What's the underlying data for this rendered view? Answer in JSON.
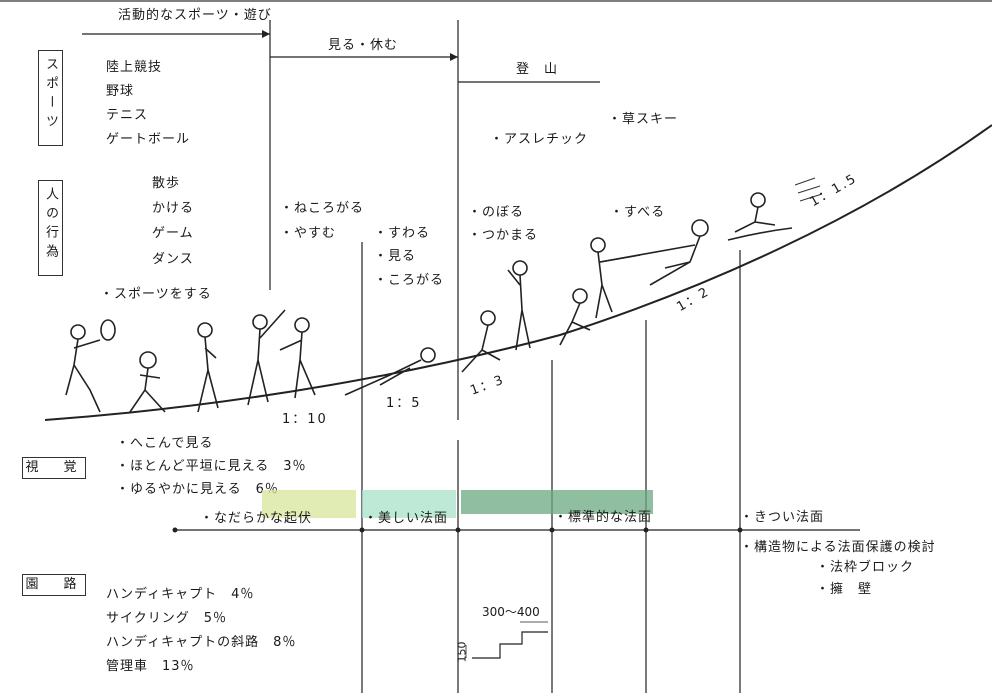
{
  "header": {
    "active_sports": "活動的なスポーツ・遊び",
    "see_rest": "見る・休む",
    "climbing": "登　山"
  },
  "rows": {
    "sports_label": "スポーツ",
    "actions_label": "人の行為",
    "vision_label": "視　覚",
    "path_label": "園　路"
  },
  "sports": [
    "陸上競技",
    "野球",
    "テニス",
    "ゲートボール"
  ],
  "sports_right": [
    "・アスレチック",
    "・草スキー"
  ],
  "actions_col1": [
    "散歩",
    "かける",
    "ゲーム",
    "ダンス"
  ],
  "action_sports": "・スポーツをする",
  "actions_col2": [
    "・ねころがる",
    "・やすむ"
  ],
  "actions_col3": [
    "・すわる",
    "・見る",
    "・ころがる"
  ],
  "actions_col4": [
    "・のぼる",
    "・つかまる"
  ],
  "actions_col5": "・すべる",
  "ratios": [
    "1：10",
    "1：5",
    "1：3",
    "1：2",
    "1：1.5"
  ],
  "vision": [
    "・へこんで見る",
    "・ほとんど平垣に見える　3％",
    "・ゆるやかに見える　6％"
  ],
  "slopes": [
    "・なだらかな起伏",
    "・美しい法面",
    "・標準的な法面",
    "・きつい法面"
  ],
  "slope_extra": [
    "・構造物による法面保護の検討",
    "・法枠ブロック",
    "・擁　壁"
  ],
  "paths": [
    "ハンディキャプト　4％",
    "サイクリング　5％",
    "ハンディキャプトの斜路　8％",
    "管理車　13％"
  ],
  "stair": {
    "tread": "300～400",
    "riser": "150"
  },
  "colors": {
    "green_light": "#d7e59c",
    "green_mid": "#a8e2c8",
    "green_dark": "#6aa882",
    "ink": "#1a1a1a"
  }
}
